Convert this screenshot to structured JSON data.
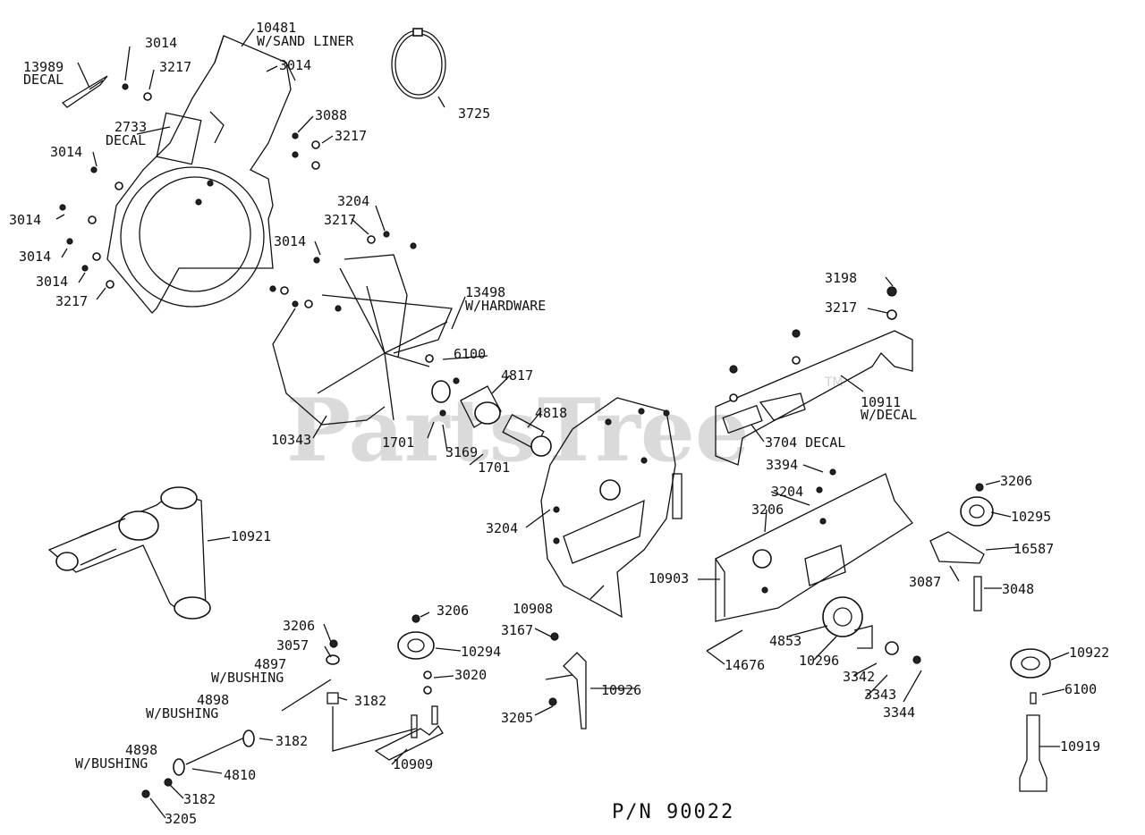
{
  "diagram": {
    "watermark": "PartsTree",
    "trademark": "TM",
    "part_number": "P/N 90022",
    "callouts": {
      "p10481": "10481",
      "sand_liner": "W/SAND LINER",
      "p3014_a": "3014",
      "p3217_a": "3217",
      "p3014_b": "3014",
      "p13989": "13989",
      "decal_a": "DECAL",
      "p2733": "2733",
      "decal_b": "DECAL",
      "p3014_c": "3014",
      "p3014_d": "3014",
      "p3014_e": "3014",
      "p3014_f": "3014",
      "p3217_b": "3217",
      "p3088": "3088",
      "p3217_c": "3217",
      "p3725": "3725",
      "p3204_a": "3204",
      "p3217_d": "3217",
      "p3014_g": "3014",
      "p13498": "13498",
      "w_hardware": "W/HARDWARE",
      "p6100_a": "6100",
      "p4817": "4817",
      "p4818": "4818",
      "p1701_a": "1701",
      "p3169": "3169",
      "p1701_b": "1701",
      "p10343": "10343",
      "p3198": "3198",
      "p3217_e": "3217",
      "p10911": "10911",
      "w_decal": "W/DECAL",
      "p3704_decal": "3704 DECAL",
      "p3394": "3394",
      "p3204_b": "3204",
      "p3206_a": "3206",
      "p3204_c": "3204",
      "p3206_b": "3206",
      "p10295": "10295",
      "p16587": "16587",
      "p3087": "3087",
      "p3048": "3048",
      "p10903": "10903",
      "p10921": "10921",
      "p10908": "10908",
      "p4853": "4853",
      "p10296": "10296",
      "p3342": "3342",
      "p3343": "3343",
      "p3344": "3344",
      "p14676": "14676",
      "p10922": "10922",
      "p6100_b": "6100",
      "p10919": "10919",
      "p3206_c": "3206",
      "p3057": "3057",
      "p4897": "4897",
      "w_bushing_a": "W/BUSHING",
      "p3182_a": "3182",
      "p4898_a": "4898",
      "w_bushing_b": "W/BUSHING",
      "p3182_b": "3182",
      "p4898_b": "4898",
      "w_bushing_c": "W/BUSHING",
      "p4810": "4810",
      "p3182_c": "3182",
      "p3205_a": "3205",
      "p3206_d": "3206",
      "p10294": "10294",
      "p3020": "3020",
      "p10909": "10909",
      "p3167": "3167",
      "p10926": "10926",
      "p3205_b": "3205"
    }
  }
}
